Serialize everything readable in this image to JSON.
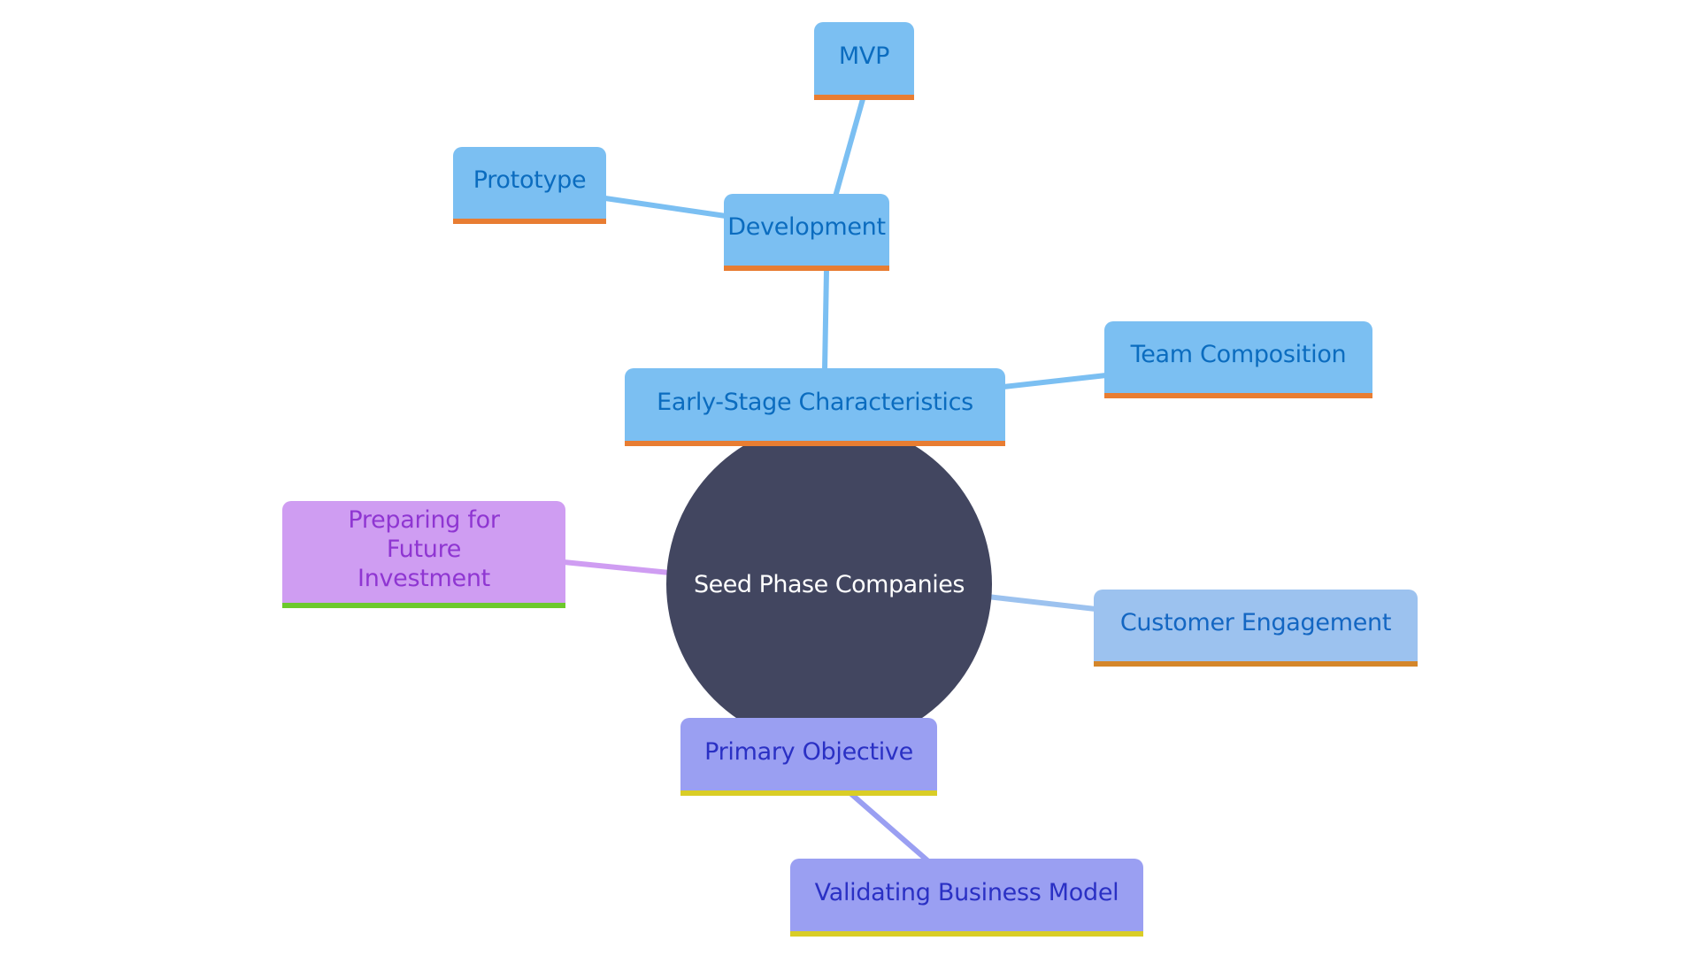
{
  "diagram": {
    "type": "mind-map",
    "root": {
      "id": "root",
      "label": "Seed Phase Companies",
      "color": "#424660"
    },
    "nodes": [
      {
        "id": "early",
        "label": "Early-Stage Characteristics",
        "parent": "root",
        "fill": "#7bbff2",
        "text_color": "#0b6cbf",
        "accent": "#e87d32"
      },
      {
        "id": "development",
        "label": "Development",
        "parent": "early",
        "fill": "#7bbff2",
        "text_color": "#0b6cbf",
        "accent": "#e87d32"
      },
      {
        "id": "mvp",
        "label": "MVP",
        "parent": "development",
        "fill": "#7bbff2",
        "text_color": "#0b6cbf",
        "accent": "#e87d32"
      },
      {
        "id": "prototype",
        "label": "Prototype",
        "parent": "development",
        "fill": "#7bbff2",
        "text_color": "#0b6cbf",
        "accent": "#e87d32"
      },
      {
        "id": "team",
        "label": "Team Composition",
        "parent": "early",
        "fill": "#7bbff2",
        "text_color": "#0b6cbf",
        "accent": "#e87d32"
      },
      {
        "id": "customer",
        "label": "Customer Engagement",
        "parent": "root",
        "fill": "#9cc2ef",
        "text_color": "#1366c2",
        "accent": "#d4862a"
      },
      {
        "id": "preparing",
        "label": "Preparing for Future Investment",
        "parent": "root",
        "fill": "#cf9df2",
        "text_color": "#8f36d2",
        "accent": "#6cc92c"
      },
      {
        "id": "primary",
        "label": "Primary Objective",
        "parent": "root",
        "fill": "#9a9ff2",
        "text_color": "#2a30c4",
        "accent": "#d9cd26"
      },
      {
        "id": "validating",
        "label": "Validating Business Model",
        "parent": "primary",
        "fill": "#9a9ff2",
        "text_color": "#2a30c4",
        "accent": "#d9cd26"
      }
    ],
    "edge_colors": {
      "blue": "#7bbff2",
      "lightblue": "#9cc2ef",
      "purple": "#cf9df2",
      "indigo": "#9a9ff2"
    }
  }
}
